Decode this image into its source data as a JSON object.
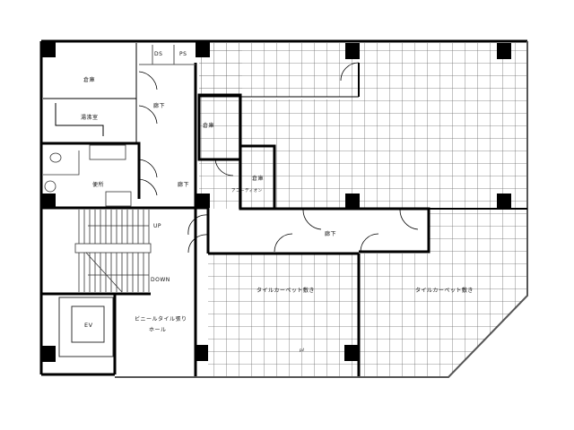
{
  "title": "Office floor plan",
  "colors": {
    "wall": "#000000",
    "grid": "#6a6a6a",
    "background": "#ffffff"
  },
  "rooms": {
    "storage_top_left": {
      "label": "倉庫"
    },
    "kitchenette": {
      "label": "湯沸室"
    },
    "corridor_upper": {
      "label": "廊下"
    },
    "ds": {
      "label": "DS"
    },
    "ps": {
      "label": "PS"
    },
    "storage_center": {
      "label": "倉庫"
    },
    "corridor_mid": {
      "label": "廊下"
    },
    "storage_small": {
      "label": "倉庫"
    },
    "accordion": {
      "label": "アコーディオン"
    },
    "toilet": {
      "label": "便所"
    },
    "corridor_long": {
      "label": "廊下"
    },
    "stairs_up": {
      "label": "UP"
    },
    "stairs_down": {
      "label": "DOWN"
    },
    "elevator": {
      "label": "EV"
    },
    "hall": {
      "label_line1": "ビニールタイル張り",
      "label_line2": "ホール"
    },
    "office_bottom_center": {
      "label": "タイルカーペット敷き"
    },
    "office_bottom_right": {
      "label": "タイルカーペット敷き"
    },
    "mark": {
      "label": "pℓ"
    }
  }
}
